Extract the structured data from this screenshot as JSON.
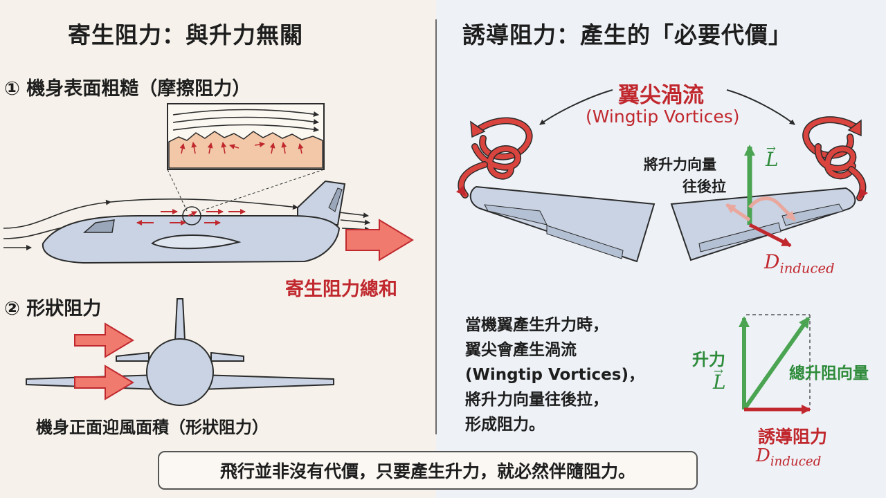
{
  "left": {
    "title": "寄生阻力：與升力無關",
    "section1": "① 機身表面粗糙（摩擦阻力）",
    "total_label": "寄生阻力總和",
    "section2": "② 形狀阻力",
    "frontal_caption": "機身正面迎風面積（形狀阻力）"
  },
  "right": {
    "title": "誘導阻力：產生的「必要代價」",
    "vortex_title": "翼尖渦流",
    "vortex_subtitle": "(Wingtip Vortices)",
    "pull_line1": "將升力向量",
    "pull_line2": "往後拉",
    "lift_symbol": "L",
    "drag_symbol": "D",
    "drag_subscript": "induced",
    "body_lines": [
      "當機翼產生升力時，",
      "翼尖會產生渦流",
      "(Wingtip Vortices)，",
      "將升力向量往後拉，",
      "形成阻力。"
    ],
    "lift_label": "升力",
    "total_lift_label": "總升阻向量",
    "induced_drag_label": "誘導阻力"
  },
  "footer": {
    "text": "飛行並非沒有代價，只要產生升力，就必然伴隨阻力。"
  },
  "colors": {
    "red": "#c0282e",
    "green": "#2e8b3a",
    "aircraft": "#c9d3e3",
    "outline": "#2b2b2b"
  }
}
